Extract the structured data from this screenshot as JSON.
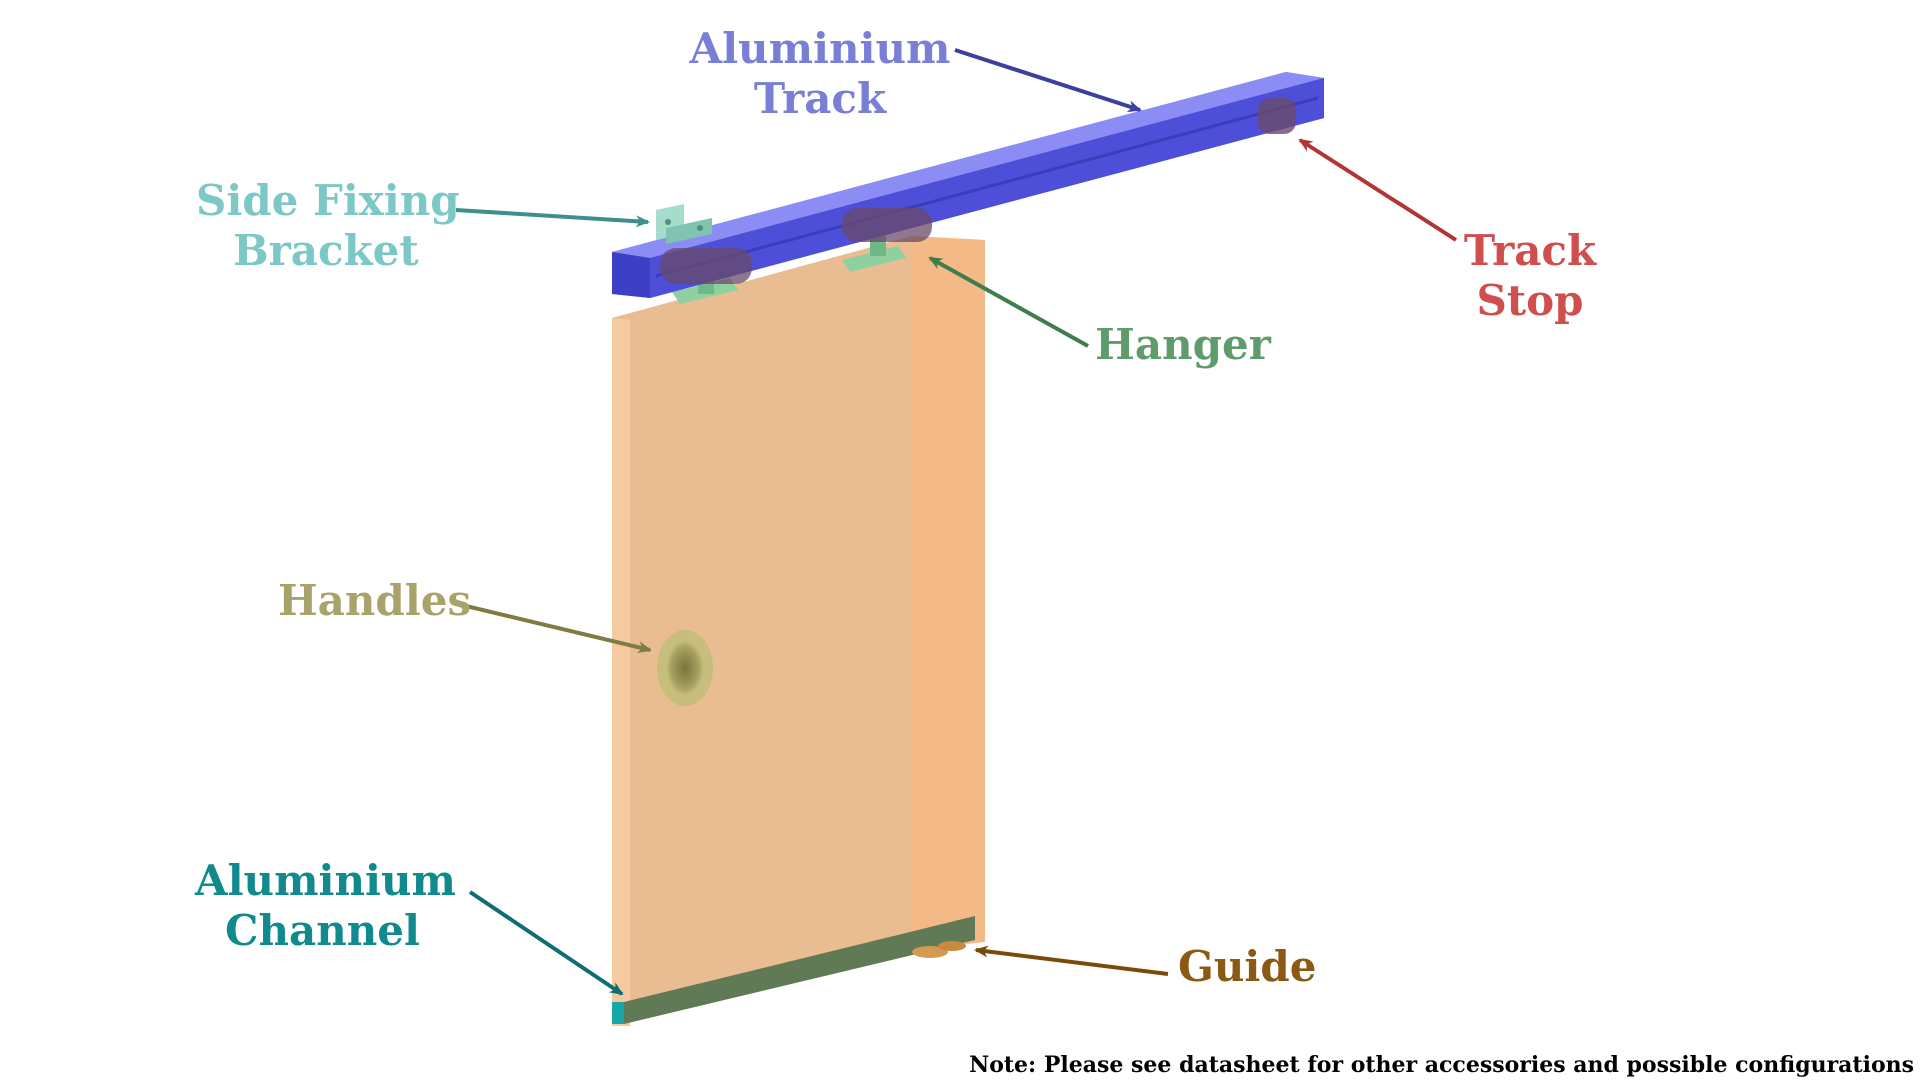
{
  "labels": {
    "aluminium_track": {
      "line1": "Aluminium",
      "line2": "Track",
      "color": "#7a7fd6"
    },
    "side_fixing_bracket": {
      "line1": "Side Fixing",
      "line2": "Bracket",
      "color": "#7cc8c6"
    },
    "track_stop": {
      "line1": "Track",
      "line2": "Stop",
      "color": "#cf4f4f"
    },
    "hanger": {
      "line1": "Hanger",
      "color": "#5f9c6b"
    },
    "handles": {
      "line1": "Handles",
      "color": "#a7a36a"
    },
    "aluminium_channel": {
      "line1": "Aluminium",
      "line2": "Channel",
      "color": "#118a8e"
    },
    "guide": {
      "line1": "Guide",
      "color": "#8a5a14"
    }
  },
  "note": "Note: Please see datasheet for other accessories and possible configurations",
  "colors": {
    "door_face": "#e8bc92",
    "door_edge": "#f6c99d",
    "track": "#5a5ce8",
    "bracket": "#8fd0c0",
    "handle": "#b8b06e",
    "channel": "#5f7a55"
  }
}
